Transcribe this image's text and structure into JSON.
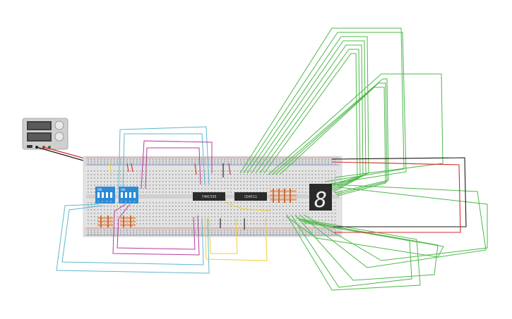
{
  "canvas": {
    "background": "#ffffff"
  },
  "power_supply": {
    "name": "power-supply"
  },
  "breadboard": {
    "name": "breadboard",
    "color": "#e3e3e3"
  },
  "dip_switches": [
    {
      "name": "dip-switch-1",
      "on_label": "ON",
      "numbers": [
        "1",
        "2",
        "3",
        "4"
      ]
    },
    {
      "name": "dip-switch-2",
      "on_label": "ON",
      "numbers": [
        "1",
        "2",
        "3",
        "4"
      ]
    }
  ],
  "chips": [
    {
      "name": "chip-74hc595",
      "label": "74HC595"
    },
    {
      "name": "chip-cd4511",
      "label": "CD4511"
    }
  ],
  "seven_segment": {
    "name": "seven-segment-display",
    "digit": "8"
  },
  "colors": {
    "wire_green": "#4db84a",
    "wire_cyan": "#5fb7d0",
    "wire_magenta": "#b63c9c",
    "wire_yellow": "#f0d23a",
    "wire_red": "#d72b2b",
    "wire_black": "#1a1a1a",
    "dip_blue": "#2d8bd6",
    "chip_body": "#2b2b2b",
    "resistor": "#e8a57a"
  }
}
